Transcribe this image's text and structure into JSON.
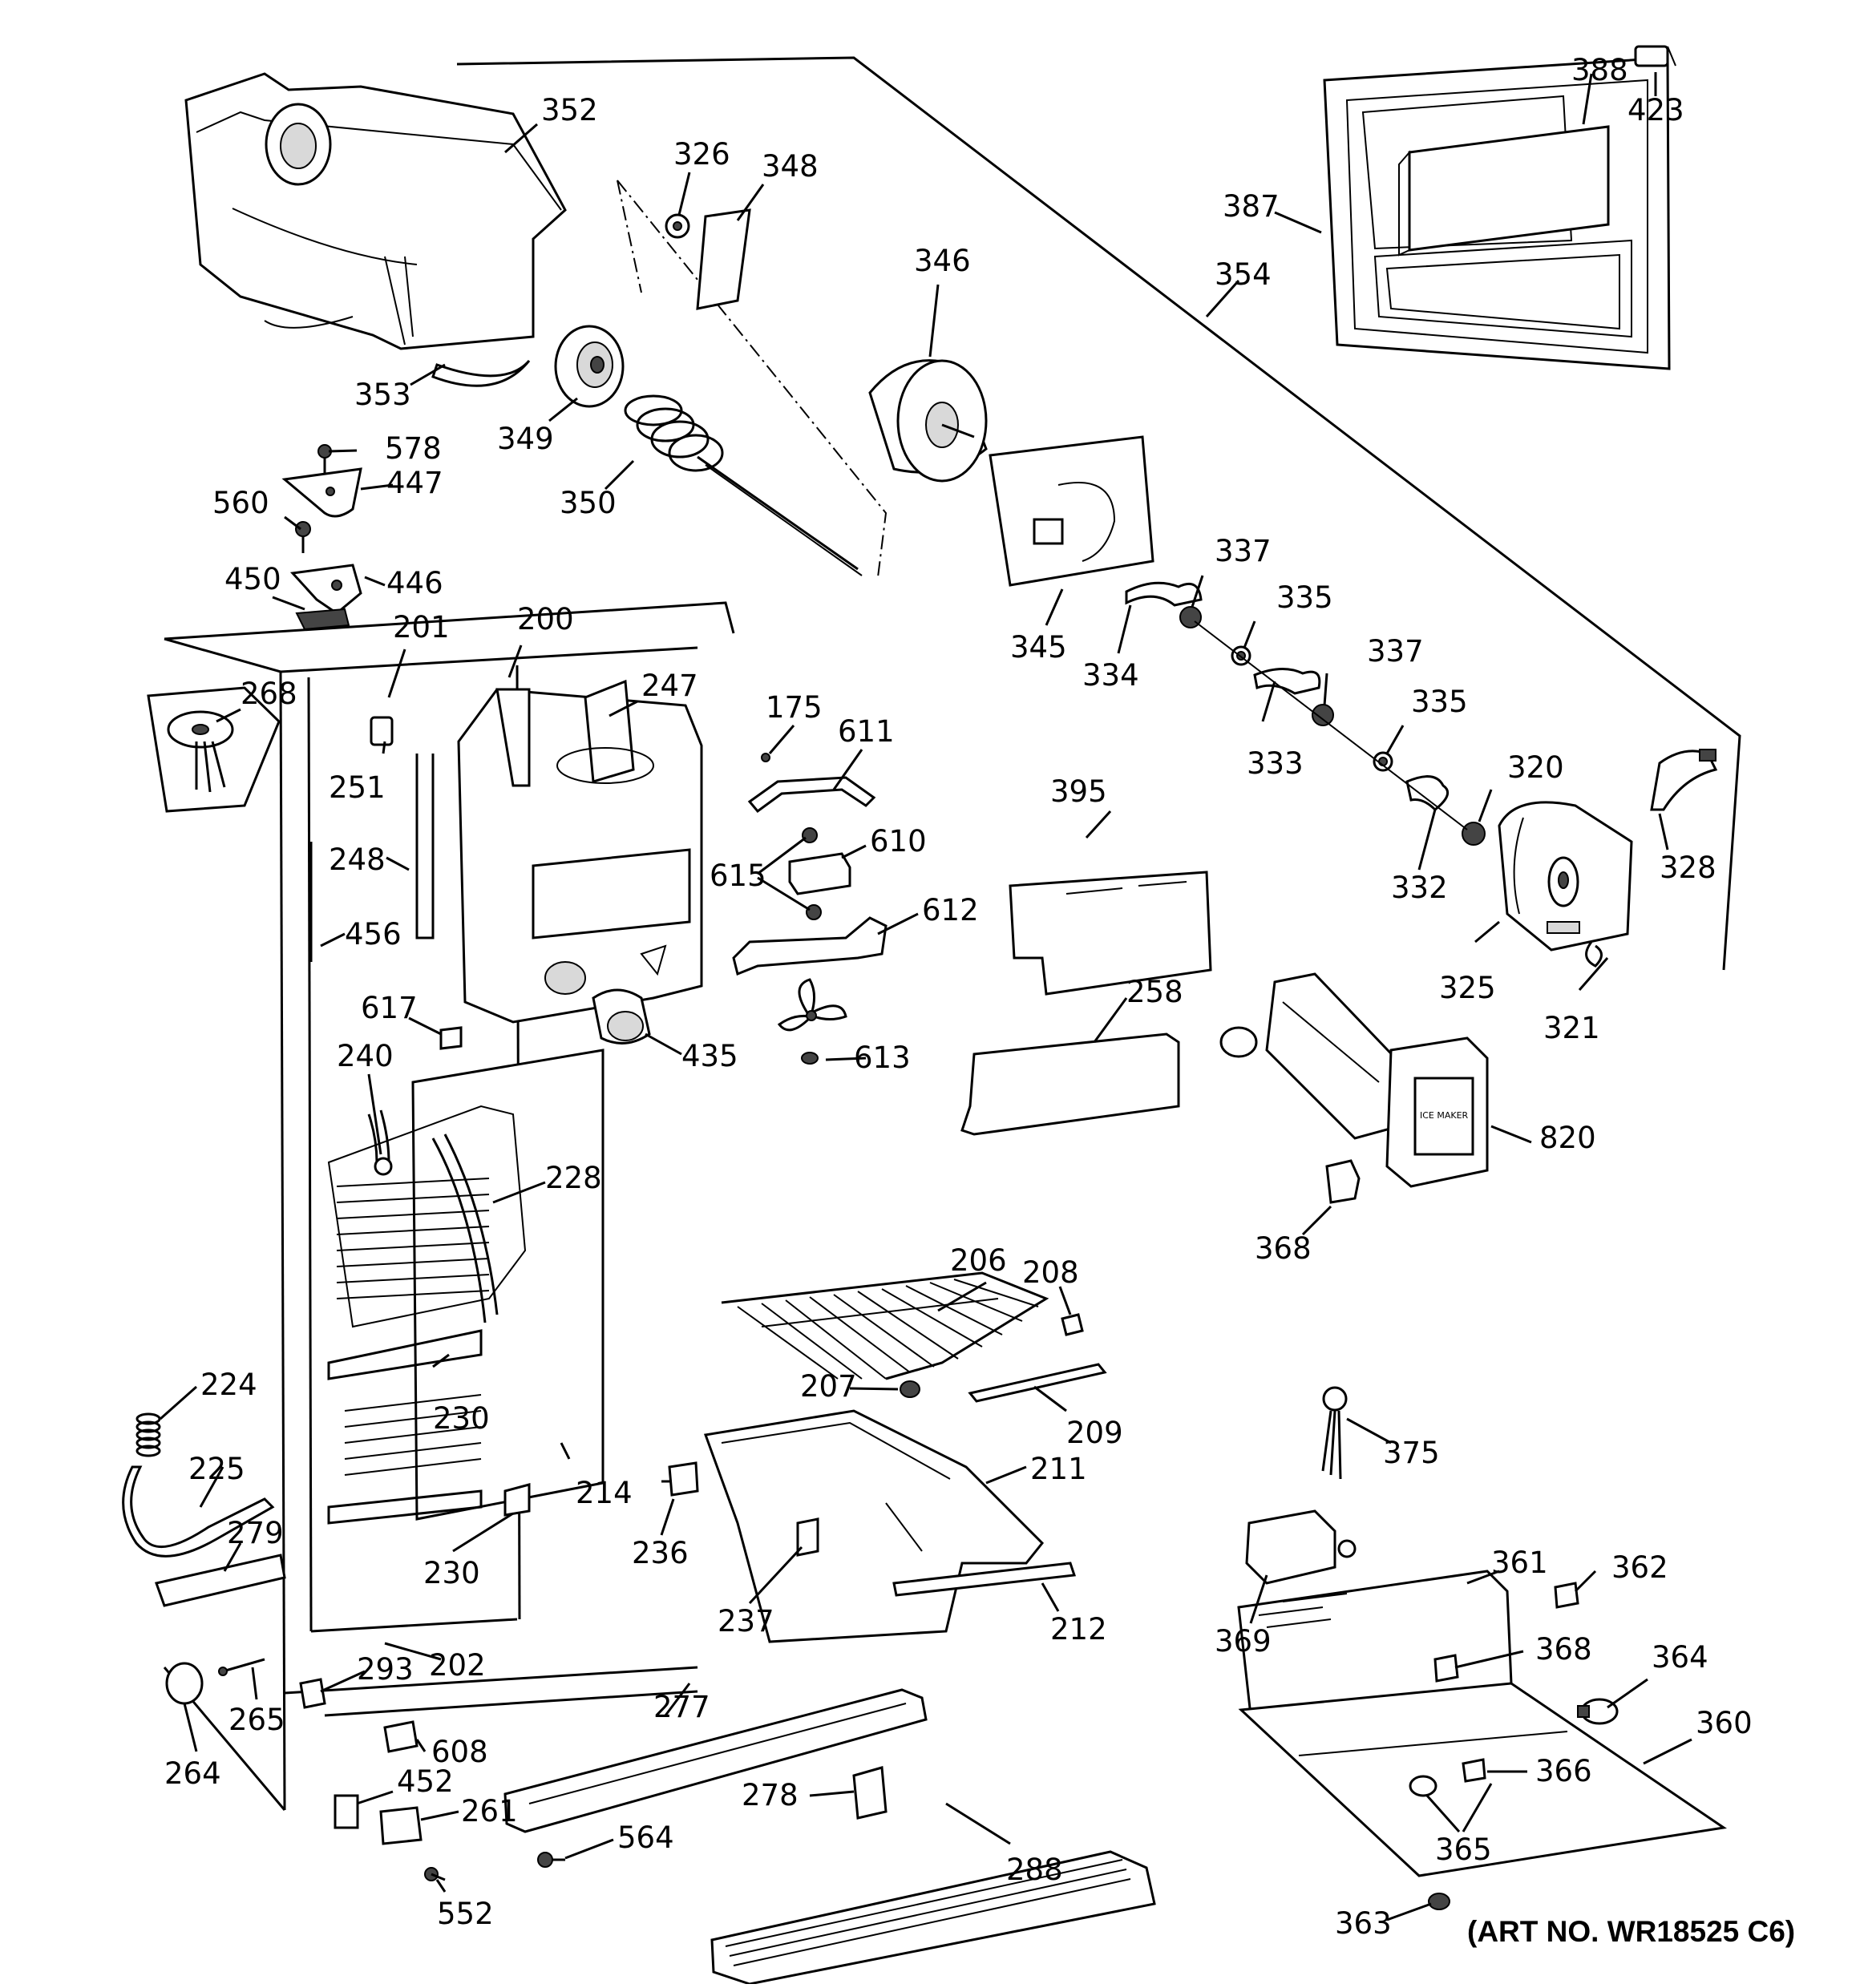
{
  "art_number": "(ART NO. WR18525 C6)",
  "labels": {
    "l352": "352",
    "l326": "326",
    "l348": "348",
    "l346": "346",
    "l388": "388",
    "l423": "423",
    "l387": "387",
    "l354": "354",
    "l353": "353",
    "l349": "349",
    "l350": "350",
    "l578": "578",
    "l447": "447",
    "l560": "560",
    "l450": "450",
    "l446": "446",
    "l345": "345",
    "l334": "334",
    "l337a": "337",
    "l335a": "335",
    "l337b": "337",
    "l333": "333",
    "l335b": "335",
    "l320": "320",
    "l328": "328",
    "l332": "332",
    "l325": "325",
    "l321": "321",
    "l201": "201",
    "l200": "200",
    "l247": "247",
    "l175": "175",
    "l611": "611",
    "l268": "268",
    "l251": "251",
    "l395": "395",
    "l610": "610",
    "l615": "615",
    "l612": "612",
    "l248": "248",
    "l456": "456",
    "l617": "617",
    "l435": "435",
    "l613": "613",
    "l258": "258",
    "l240": "240",
    "l228": "228",
    "l820": "820",
    "l368a": "368",
    "l206": "206",
    "l208": "208",
    "l224": "224",
    "l207": "207",
    "l230a": "230",
    "l209": "209",
    "l225": "225",
    "l375": "375",
    "l211": "211",
    "l214": "214",
    "l279": "279",
    "l236": "236",
    "l230b": "230",
    "l361": "361",
    "l362": "362",
    "l237": "237",
    "l212": "212",
    "l369": "369",
    "l368b": "368",
    "l202": "202",
    "l293": "293",
    "l364": "364",
    "l277": "277",
    "l360": "360",
    "l265": "265",
    "l608": "608",
    "l264": "264",
    "l452": "452",
    "l261": "261",
    "l278": "278",
    "l366": "366",
    "l564": "564",
    "l365": "365",
    "l288": "288",
    "l552": "552",
    "l363": "363"
  },
  "ice_maker_badge": "ICE MAKER"
}
